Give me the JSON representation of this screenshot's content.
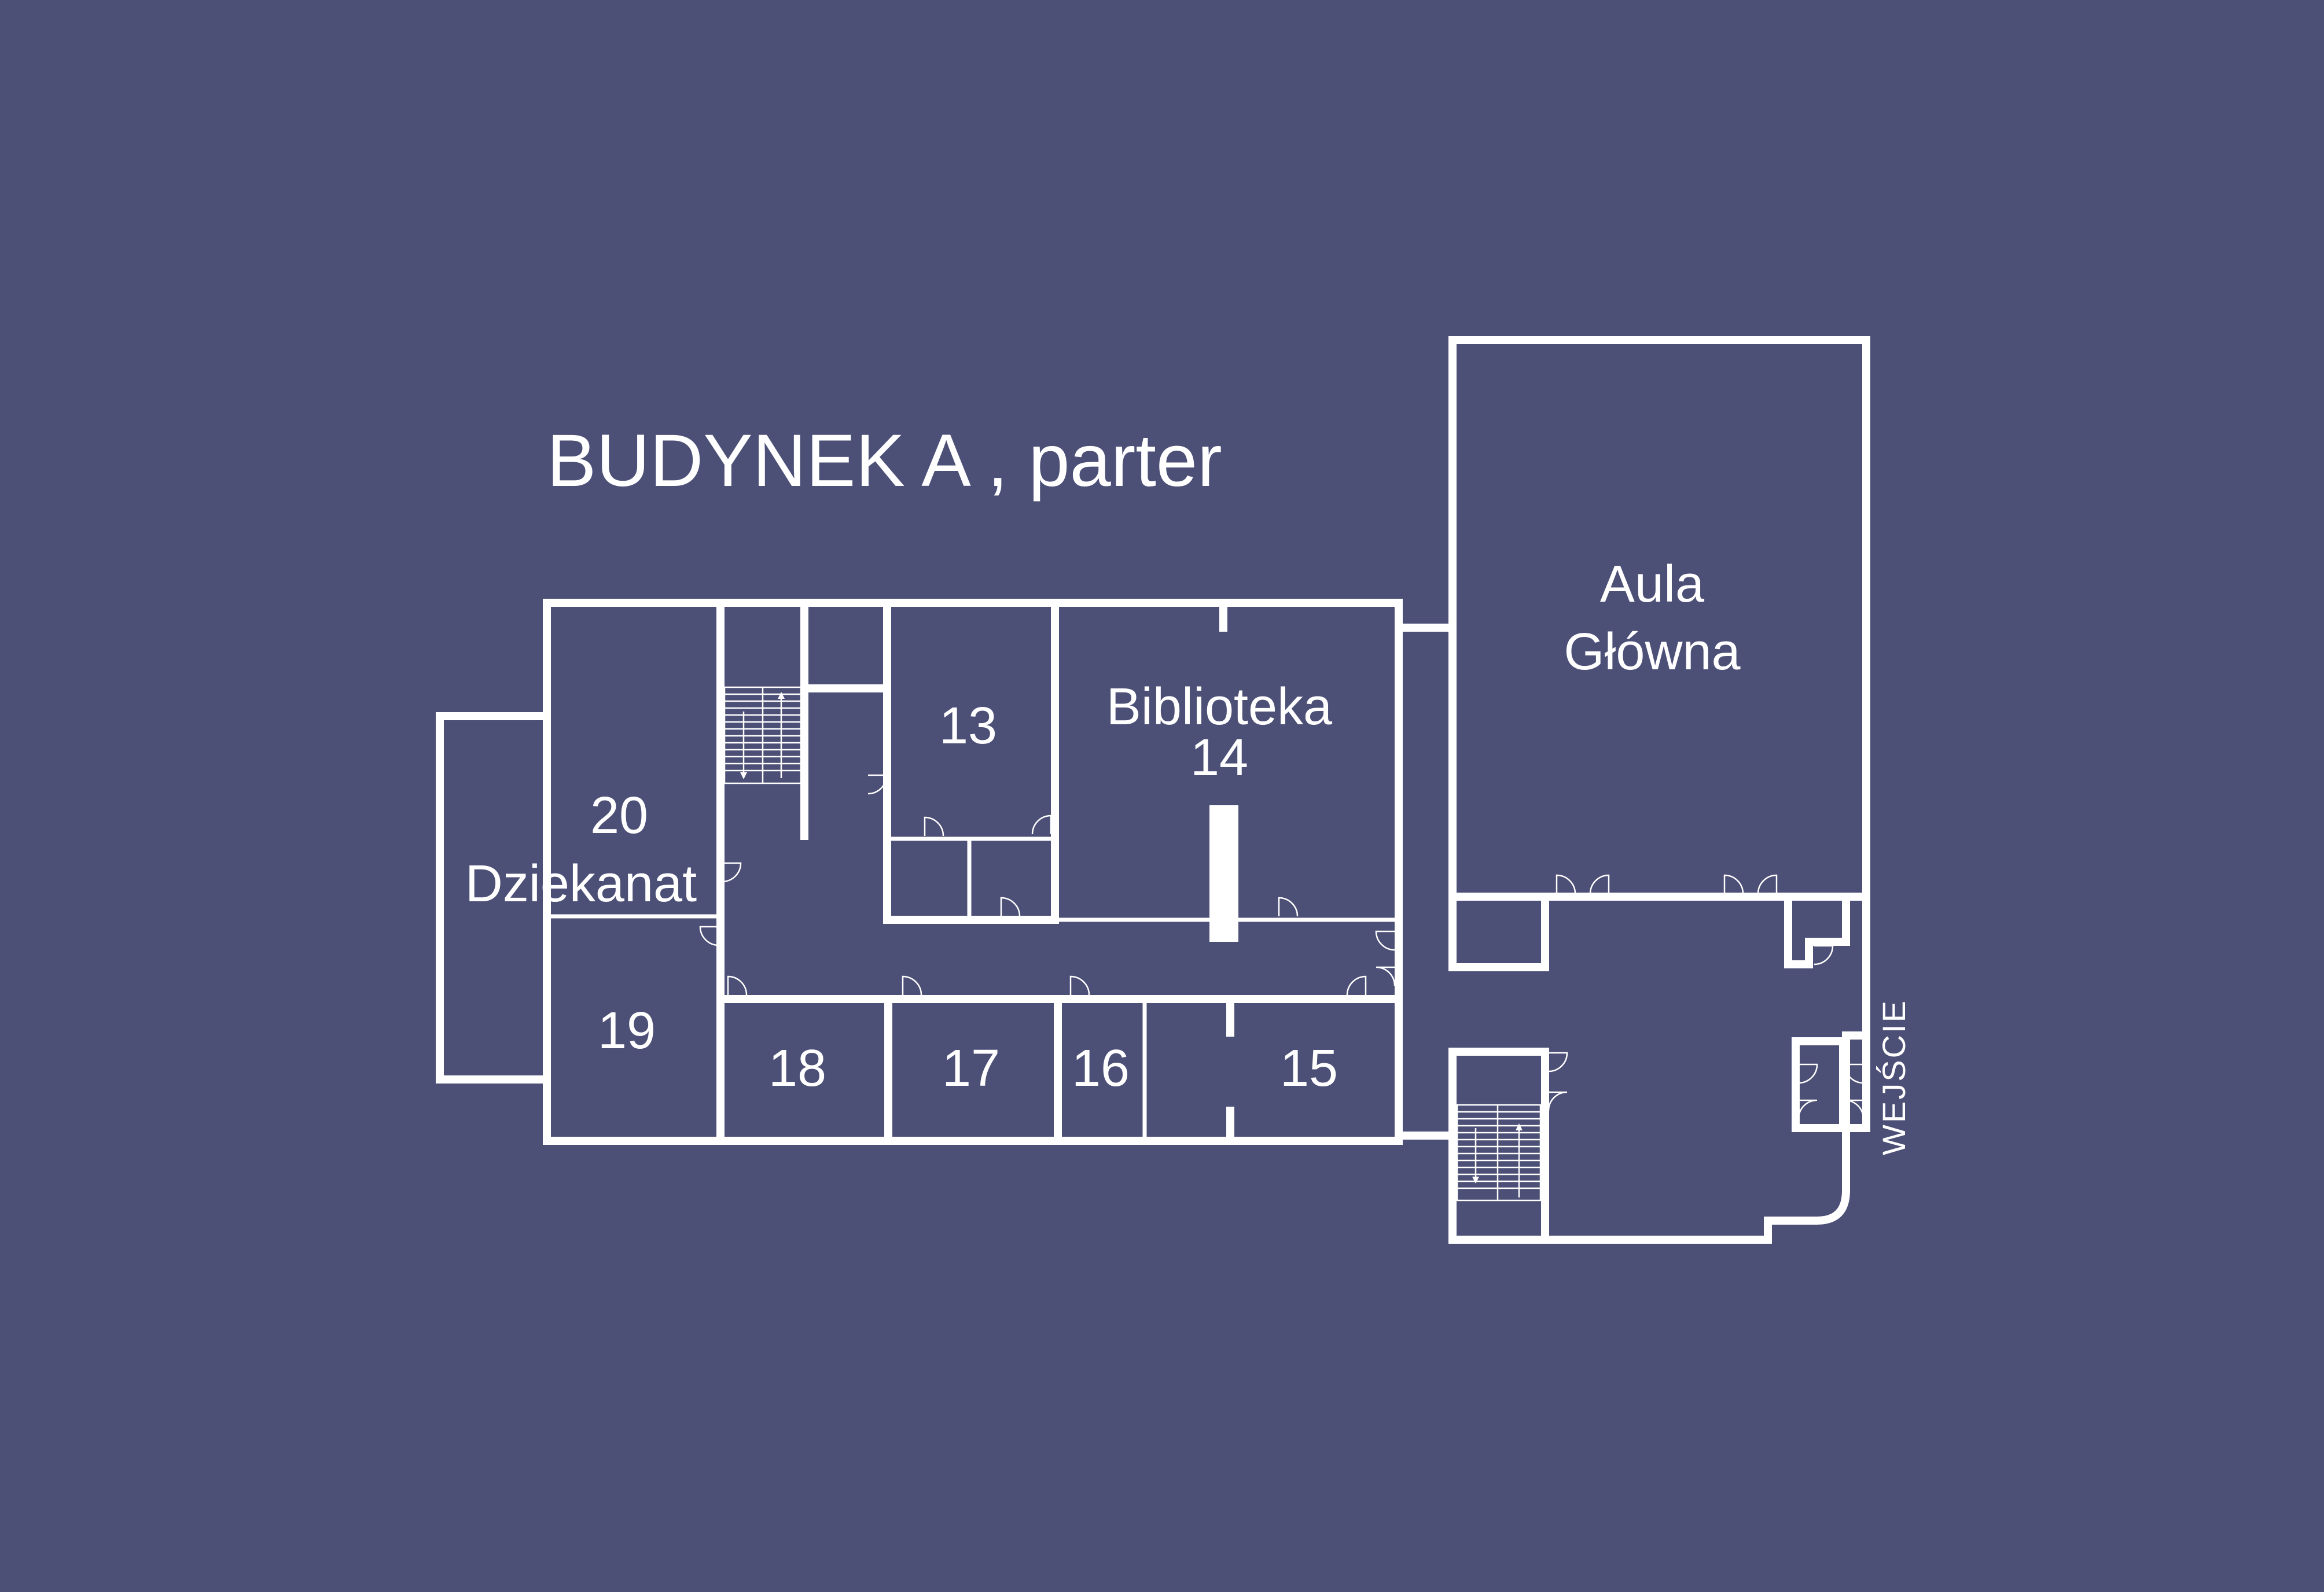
{
  "title": "BUDYNEK A , parter",
  "rooms": {
    "r13": "13",
    "r14_name": "Biblioteka",
    "r14_num": "14",
    "r15": "15",
    "r16": "16",
    "r17": "17",
    "r18": "18",
    "r19": "19",
    "r20_num": "20",
    "r20_name": "Dziekanat",
    "aula_line1": "Aula",
    "aula_line2": "Główna"
  },
  "entrance": "WEJŚCIE",
  "colors": {
    "background": "#4c4f76",
    "lines": "#ffffff"
  }
}
